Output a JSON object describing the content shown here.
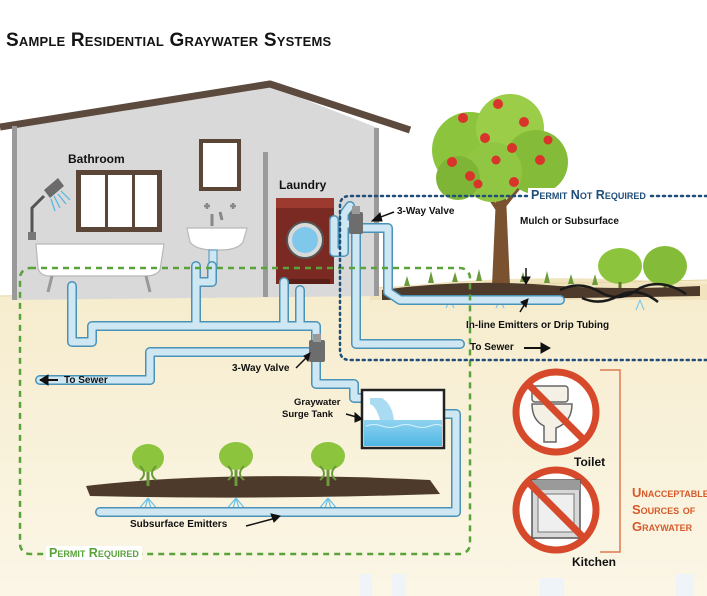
{
  "title": "Sample Residential Graywater Systems",
  "rooms": {
    "bathroom": "Bathroom",
    "laundry": "Laundry"
  },
  "labels": {
    "valve_top": "3-Way Valve",
    "valve_left": "3-Way Valve",
    "mulch": "Mulch or Subsurface",
    "emitters_inline": "In-line Emitters or Drip Tubing",
    "to_sewer_right": "To Sewer",
    "to_sewer_left": "To Sewer",
    "surge_tank_line1": "Graywater",
    "surge_tank_line2": "Surge Tank",
    "subsurface_emitters": "Subsurface Emitters"
  },
  "zones": {
    "permit_not_required": "Permit Not Required",
    "permit_required": "Permit Required"
  },
  "unacceptable": {
    "heading_line1": "Unacceptable",
    "heading_line2": "Sources of",
    "heading_line3": "Graywater",
    "toilet": "Toilet",
    "kitchen": "Kitchen"
  },
  "colors": {
    "pipe": "#cfe7f2",
    "pipe_outline": "#4a93b8",
    "soil": "#f2e7c7",
    "house_wall": "#d8d8d8",
    "roof": "#5d4a3e",
    "permit_required": "#5aa33a",
    "permit_not_required": "#1f4e79",
    "prohibited": "#d64a2b",
    "unacceptable_text": "#d65a2a",
    "apple": "#d9342b",
    "foliage": "#8cc43e"
  }
}
